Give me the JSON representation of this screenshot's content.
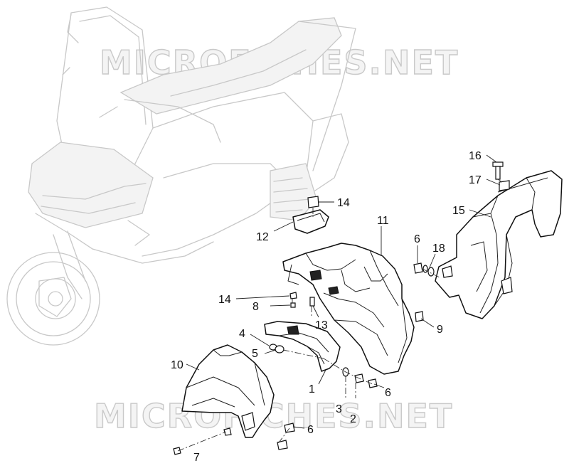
{
  "watermark": {
    "top": "MICROFICHES.NET",
    "bottom": "MICROFICHES.NET"
  },
  "callouts": [
    {
      "id": "c1",
      "label": "1"
    },
    {
      "id": "c2",
      "label": "2"
    },
    {
      "id": "c3",
      "label": "3"
    },
    {
      "id": "c4",
      "label": "4"
    },
    {
      "id": "c5",
      "label": "5"
    },
    {
      "id": "c6a",
      "label": "6"
    },
    {
      "id": "c6b",
      "label": "6"
    },
    {
      "id": "c6c",
      "label": "6"
    },
    {
      "id": "c7",
      "label": "7"
    },
    {
      "id": "c8",
      "label": "8"
    },
    {
      "id": "c9",
      "label": "9"
    },
    {
      "id": "c10",
      "label": "10"
    },
    {
      "id": "c11",
      "label": "11"
    },
    {
      "id": "c12",
      "label": "12"
    },
    {
      "id": "c13",
      "label": "13"
    },
    {
      "id": "c14a",
      "label": "14"
    },
    {
      "id": "c14b",
      "label": "14"
    },
    {
      "id": "c15",
      "label": "15"
    },
    {
      "id": "c16",
      "label": "16"
    },
    {
      "id": "c17",
      "label": "17"
    },
    {
      "id": "c18",
      "label": "18"
    }
  ]
}
